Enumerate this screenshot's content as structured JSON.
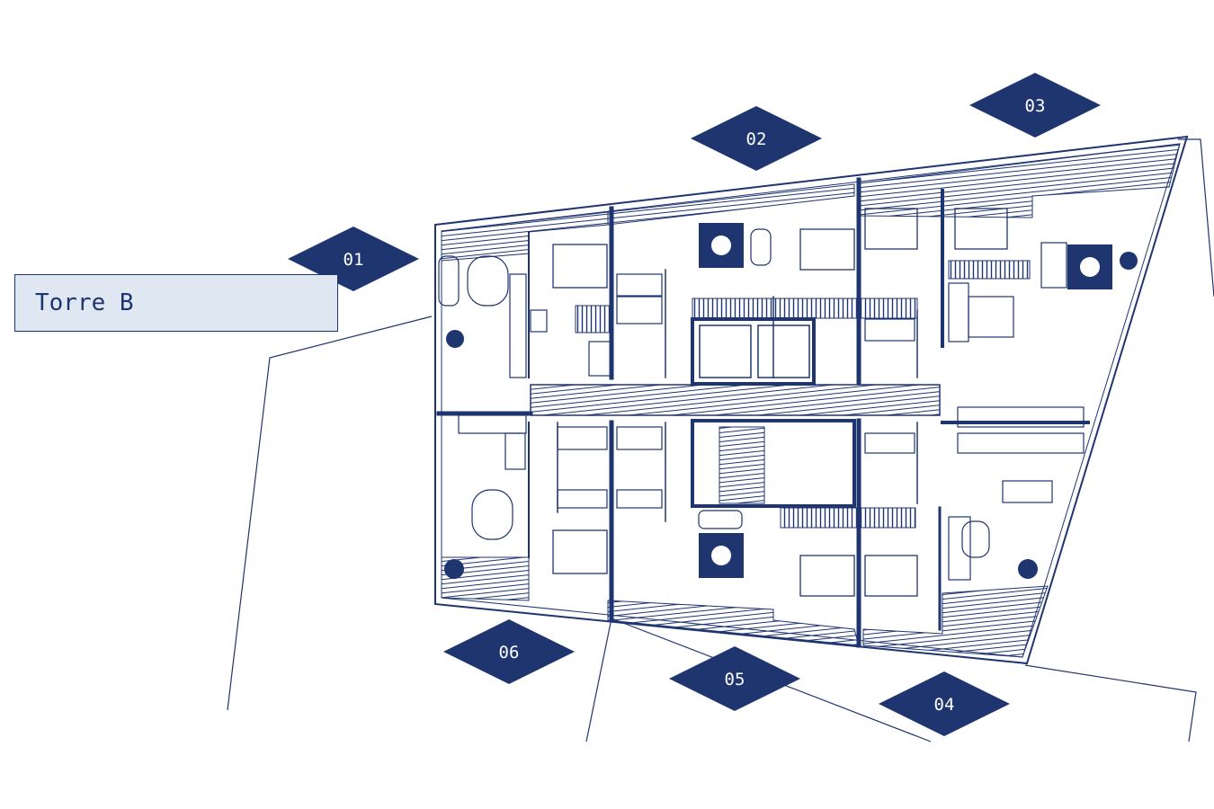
{
  "tower": {
    "label": "Torre B"
  },
  "units": [
    {
      "id": "unit-01",
      "label": "01"
    },
    {
      "id": "unit-02",
      "label": "02"
    },
    {
      "id": "unit-03",
      "label": "03"
    },
    {
      "id": "unit-04",
      "label": "04"
    },
    {
      "id": "unit-05",
      "label": "05"
    },
    {
      "id": "unit-06",
      "label": "06"
    }
  ],
  "colors": {
    "primary": "#1f3570",
    "label_fill": "#dfe7f2",
    "background": "#ffffff"
  }
}
